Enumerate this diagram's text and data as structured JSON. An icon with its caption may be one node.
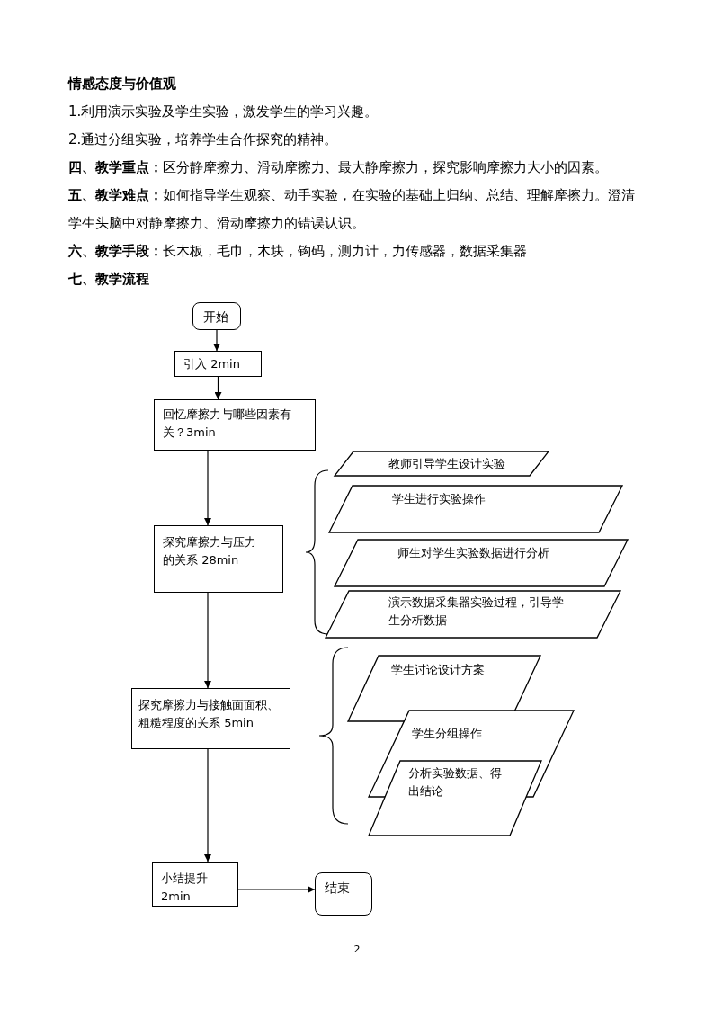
{
  "diagram": {
    "nodes": [
      {
        "text": [
          "开始"
        ]
      },
      {
        "text": [
          "引入 2min"
        ]
      },
      {
        "text": [
          "回忆摩擦力与哪些因素有关？3min"
        ]
      },
      {
        "text": [
          "探究摩擦力与压力的关系 28min"
        ]
      },
      {
        "text": [
          "教师引导学生设计实验"
        ]
      },
      {
        "text": [
          "学生进行实验操作"
        ]
      },
      {
        "text": [
          "师生对学生实验数据进行分析"
        ]
      },
      {
        "text": [
          "演示数据采集器实验过程，引导学生分析数据"
        ]
      },
      {
        "text": [
          "探究摩擦力与接触面面积、粗糙程度的关系 5min"
        ]
      },
      {
        "text": [
          "学生讨论设计方案"
        ]
      },
      {
        "text": [
          "学生分组操作"
        ]
      },
      {
        "text": [
          "分析实验数据、得出结论"
        ]
      },
      {
        "text": [
          "小结提升 2min"
        ]
      },
      {
        "text": [
          "结束"
        ]
      }
    ],
    "edges": [
      {
        "from": 0,
        "to": 1,
        "arrow": "to"
      },
      {
        "from": 1,
        "to": 2,
        "arrow": "to"
      },
      {
        "from": 2,
        "to": 3,
        "arrow": "to"
      },
      {
        "from": 3,
        "to": 8,
        "arrow": "to"
      },
      {
        "from": 8,
        "to": 12,
        "arrow": "to"
      },
      {
        "from": 12,
        "to": 13,
        "arrow": "to"
      }
    ],
    "labels": [
      "情感态度与价值观",
      "1.利用演示实验及学生实验，激发学生的学习兴趣。",
      "2.通过分组实验，培养学生合作探究的精神。",
      "**四、教学重点：**区分静摩擦力、滑动摩擦力、最大静摩擦力，探究影响摩擦力大小的因素。",
      "**五、教学难点：**如何指导学生观察、动手实验，在实验的基础上归纳、总结、理解摩擦力。澄清学生头脑中对静摩擦力、滑动摩擦力的错误认识。",
      "**六、教学手段：**长木板，毛巾，木块，钩码，测力计，力传感器，数据采集器",
      "七、教学流程",
      "2"
    ]
  }
}
